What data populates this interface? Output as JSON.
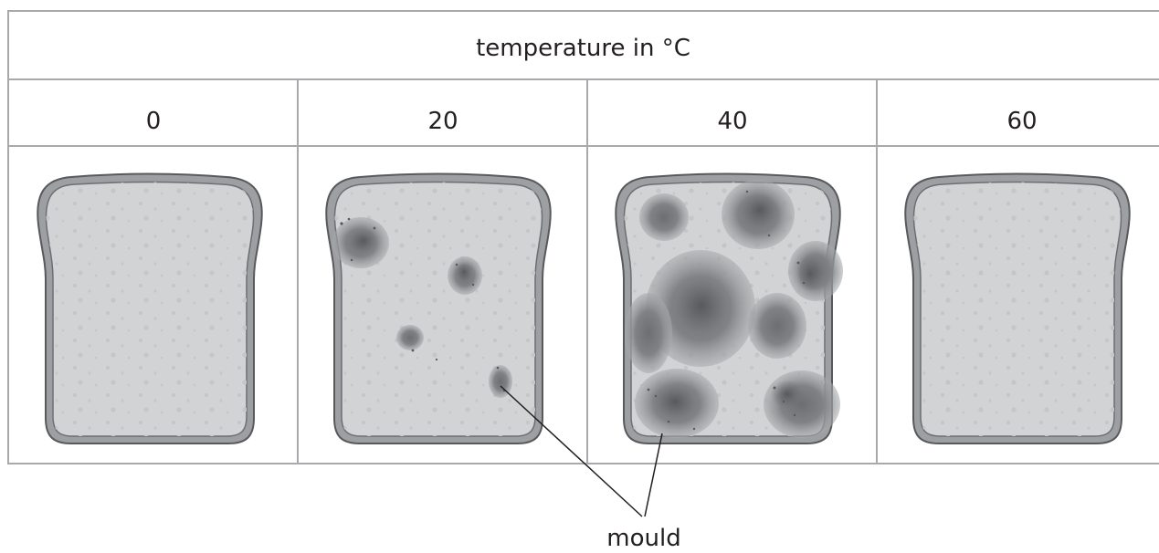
{
  "table": {
    "header": "temperature in °C",
    "columns": [
      {
        "label": "0"
      },
      {
        "label": "20"
      },
      {
        "label": "40"
      },
      {
        "label": "60"
      }
    ]
  },
  "annotation": {
    "label": "mould"
  }
}
